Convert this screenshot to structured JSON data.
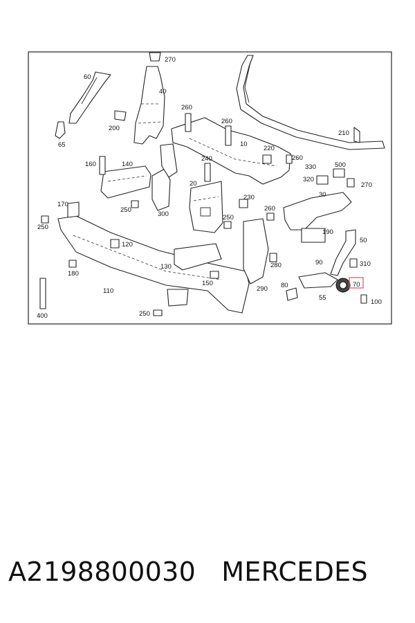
{
  "diagram": {
    "callouts": [
      "270",
      "60",
      "40",
      "260",
      "260",
      "200",
      "65",
      "210",
      "10",
      "220",
      "260",
      "160",
      "140",
      "240",
      "330",
      "500",
      "320",
      "270",
      "170",
      "20",
      "230",
      "30",
      "250",
      "300",
      "250",
      "260",
      "250",
      "190",
      "50",
      "120",
      "280",
      "90",
      "310",
      "130",
      "180",
      "150",
      "290",
      "70",
      "110",
      "80",
      "55",
      "100",
      "400",
      "250"
    ],
    "highlighted_part": "70",
    "highlight_color": "#e0505a"
  },
  "caption": {
    "part_number": "A2198800030",
    "brand": "MERCEDES"
  }
}
